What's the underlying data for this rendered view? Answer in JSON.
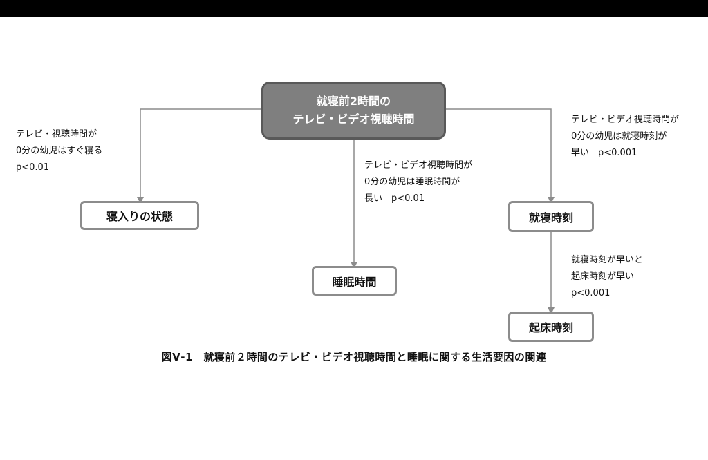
{
  "main_node": {
    "line1": "就寝前2時間の",
    "line2": "テレビ・ビデオ視聴時間"
  },
  "nodes": {
    "sleep_onset": "寝入りの状態",
    "sleep_duration": "睡眠時間",
    "bedtime": "就寝時刻",
    "wake_time": "起床時刻"
  },
  "annotations": {
    "left": "テレビ・視聴時間が\n0分の幼児はすぐ寝る\np<0.01",
    "center": "テレビ・ビデオ視聴時間が\n0分の幼児は睡眠時間が\n長い　p<0.01",
    "right": "テレビ・ビデオ視聴時間が\n0分の幼児は就寝時刻が\n早い　p<0.001",
    "lower_right": "就寝時刻が早いと\n起床時刻が早い\np<0.001"
  },
  "caption": "図Ⅴ-1　就寝前２時間のテレビ・ビデオ視聴時間と睡眠に関する生活要因の関連",
  "colors": {
    "main_fill": "#7f7f7f",
    "main_border": "#595959",
    "box_border": "#8c8c8c",
    "connector": "#8c8c8c",
    "top_bar": "#000000"
  }
}
